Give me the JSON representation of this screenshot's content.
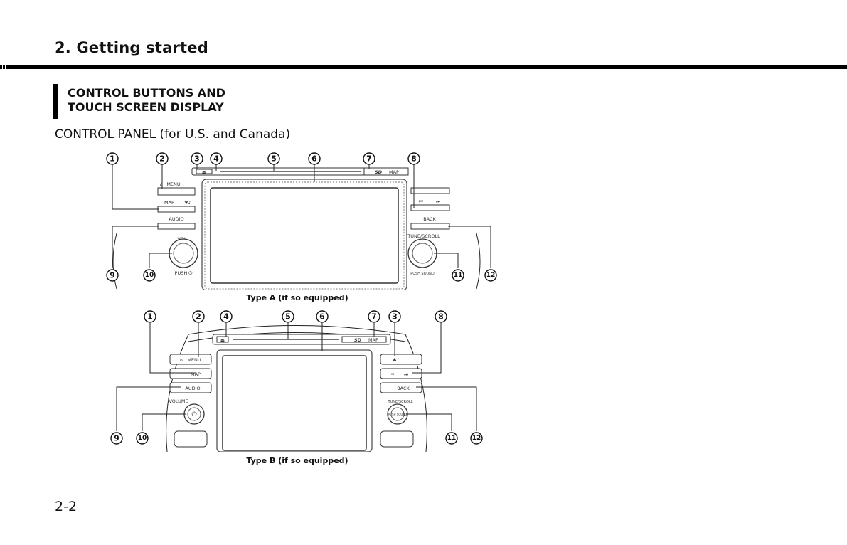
{
  "header": {
    "chapter_title": "2. Getting started"
  },
  "section": {
    "title_line1": "CONTROL BUTTONS AND",
    "title_line2": "TOUCH SCREEN DISPLAY",
    "subheading": "CONTROL PANEL (for U.S. and Canada)"
  },
  "figure_a": {
    "caption": "Type A (if so equipped)",
    "callouts": [
      "1",
      "2",
      "3",
      "4",
      "5",
      "6",
      "7",
      "8",
      "9",
      "10",
      "11",
      "12"
    ],
    "labels": {
      "menu": "MENU",
      "map": "MAP",
      "audio": "AUDIO",
      "vol": "VOL",
      "push_power": "PUSH ⏻",
      "sd_map": "MAP",
      "back": "BACK",
      "tune_scroll": "TUNE/SCROLL",
      "push_sound": "PUSH SOUND",
      "prev": "⏮",
      "next": "⏭",
      "eject": "⏏"
    }
  },
  "figure_b": {
    "caption": "Type B (if so equipped)",
    "callouts": [
      "1",
      "2",
      "4",
      "5",
      "6",
      "7",
      "3",
      "8",
      "9",
      "10",
      "11",
      "12"
    ],
    "labels": {
      "menu": "MENU",
      "map": "MAP",
      "audio": "AUDIO",
      "volume": "VOLUME",
      "sd_map": "MAP",
      "back": "BACK",
      "tune_scroll": "TUNE/SCROLL",
      "push_sound": "PUSH SOUND",
      "prev": "⏮",
      "next": "⏭",
      "eject": "⏏",
      "power": "⏻"
    }
  },
  "footer": {
    "page_number": "2-2"
  }
}
